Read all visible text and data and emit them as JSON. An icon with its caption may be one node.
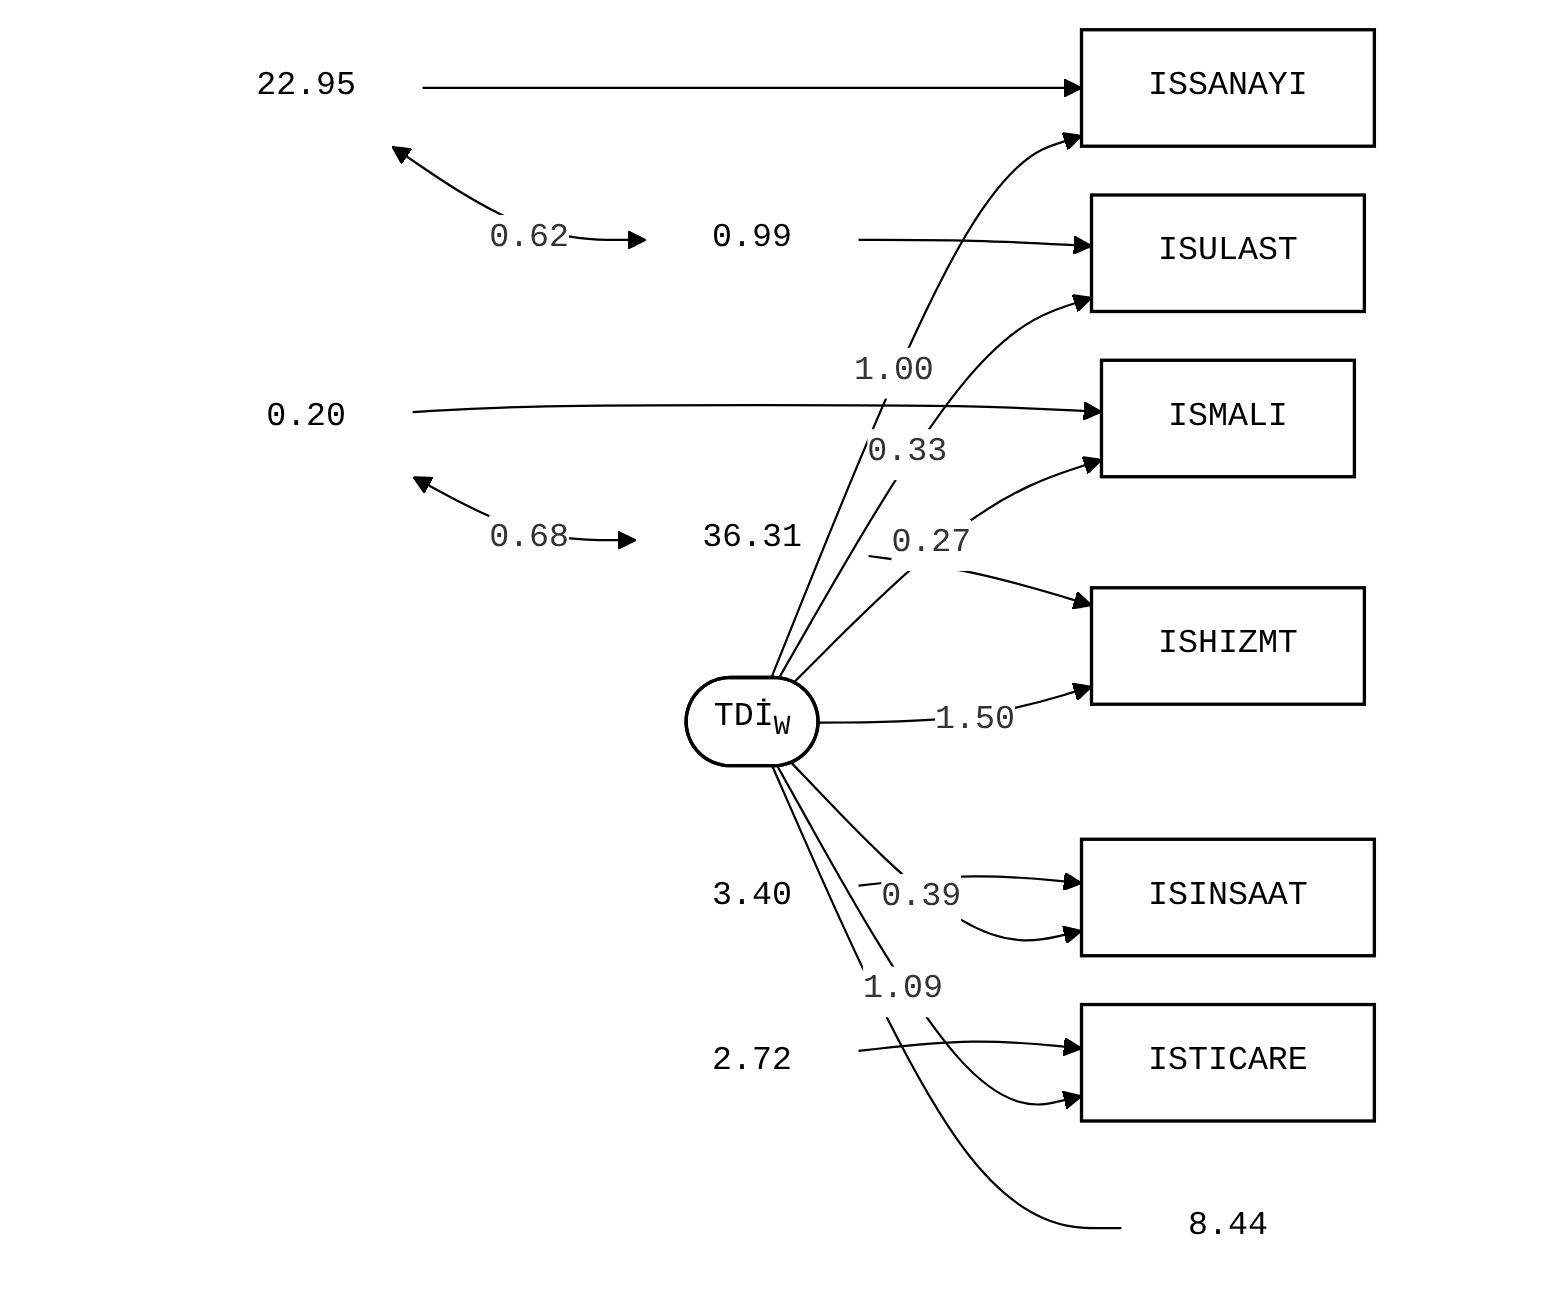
{
  "diagram": {
    "nodes": [
      {
        "text": [
          "22.95"
        ]
      },
      {
        "text": [
          "ISSANAYI"
        ]
      },
      {
        "text": [
          "3.40"
        ]
      },
      {
        "text": [
          "ISINSAAT"
        ]
      },
      {
        "text": [
          "2.72"
        ]
      },
      {
        "text": [
          "ISTICARE"
        ]
      },
      {
        "text": [
          "0.99"
        ]
      },
      {
        "text": [
          "ISULAST"
        ]
      },
      {
        "text": [
          "0.20"
        ]
      },
      {
        "text": [
          "ISMALI"
        ]
      },
      {
        "text": [
          "36.31"
        ]
      },
      {
        "text": [
          "ISHIZMT"
        ]
      },
      {
        "text": [
          "TDİ$_{W}$"
        ]
      },
      {
        "text": [
          "8.44"
        ]
      }
    ],
    "edges": [
      {
        "from": 0,
        "to": 1,
        "arrow": "to"
      },
      {
        "from": 2,
        "to": 3,
        "arrow": "to"
      },
      {
        "from": 4,
        "to": 5,
        "arrow": "to"
      },
      {
        "from": 6,
        "to": 7,
        "arrow": "to"
      },
      {
        "from": 8,
        "to": 9,
        "arrow": "to"
      },
      {
        "from": 10,
        "to": 11,
        "arrow": "to"
      },
      {
        "from": 0,
        "to": 6,
        "arrow": "both",
        "label": "0.62"
      },
      {
        "from": 8,
        "to": 10,
        "arrow": "both",
        "label": "0.68"
      },
      {
        "from": 12,
        "to": 1,
        "arrow": "to",
        "label": "1.00"
      },
      {
        "from": 12,
        "to": 3,
        "arrow": "to",
        "label": "0.39"
      },
      {
        "from": 12,
        "to": 5,
        "arrow": "to",
        "label": "1.09"
      },
      {
        "from": 12,
        "to": 7,
        "arrow": "to",
        "label": "0.33"
      },
      {
        "from": 12,
        "to": 9,
        "arrow": "to",
        "label": "0.27"
      },
      {
        "from": 12,
        "to": 11,
        "arrow": "to",
        "label": "1.50"
      },
      {
        "from": 12,
        "to": 13,
        "arrow": "none"
      }
    ]
  }
}
